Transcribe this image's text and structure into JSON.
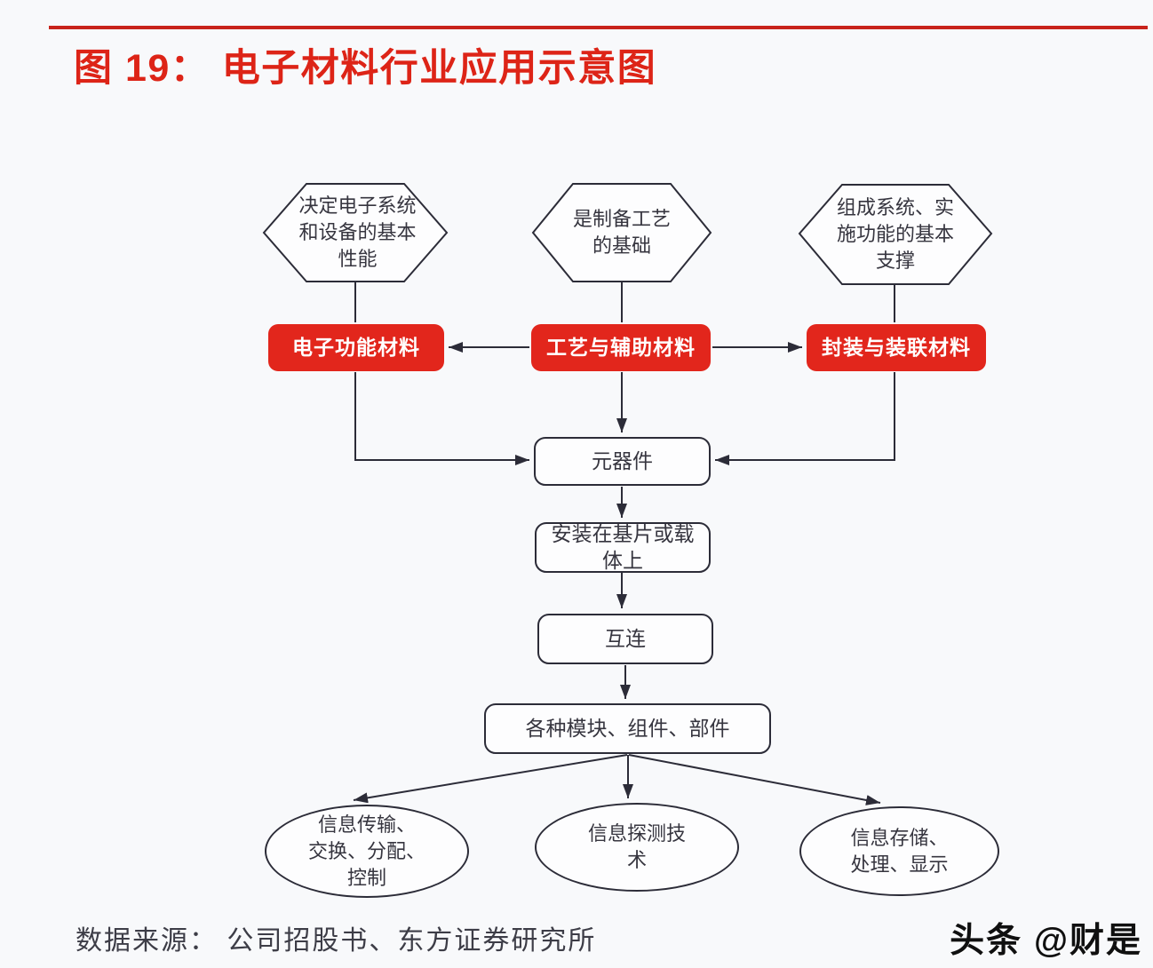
{
  "header": {
    "title": "图 19：  电子材料行业应用示意图"
  },
  "diagram": {
    "hexagons": [
      {
        "name": "determines-system-performance",
        "text": "决定电子系统\n和设备的基本\n性能"
      },
      {
        "name": "basis-of-preparation-process",
        "text": "是制备工艺\n的基础"
      },
      {
        "name": "support-of-system-functions",
        "text": "组成系统、实\n施功能的基本\n支撑"
      }
    ],
    "material_boxes": [
      {
        "name": "electronic-functional-materials",
        "text": "电子功能材料"
      },
      {
        "name": "process-and-auxiliary-materials",
        "text": "工艺与辅助材料"
      },
      {
        "name": "packaging-and-assembly-materials",
        "text": "封装与装联材料"
      }
    ],
    "flow": [
      {
        "name": "components",
        "text": "元器件"
      },
      {
        "name": "mounted-on-substrate",
        "text": "安装在基片或载\n体上"
      },
      {
        "name": "interconnection",
        "text": "互连"
      },
      {
        "name": "modules-assemblies-parts",
        "text": "各种模块、组件、部件"
      }
    ],
    "applications": [
      {
        "name": "info-transmission-switching",
        "text": "信息传输、\n交换、分配、\n控制"
      },
      {
        "name": "info-detection-technology",
        "text": "信息探测技\n术"
      },
      {
        "name": "info-storage-processing-display",
        "text": "信息存储、\n处理、显示"
      }
    ]
  },
  "footer": {
    "source": "数据来源：  公司招股书、东方证券研究所",
    "watermark": "头条 @财是"
  },
  "colors": {
    "accent_red": "#e2261c",
    "title_red": "#dd2417",
    "rule_red": "#c8231b",
    "outline_dark": "#2c2c38",
    "node_text": "#36353f"
  }
}
